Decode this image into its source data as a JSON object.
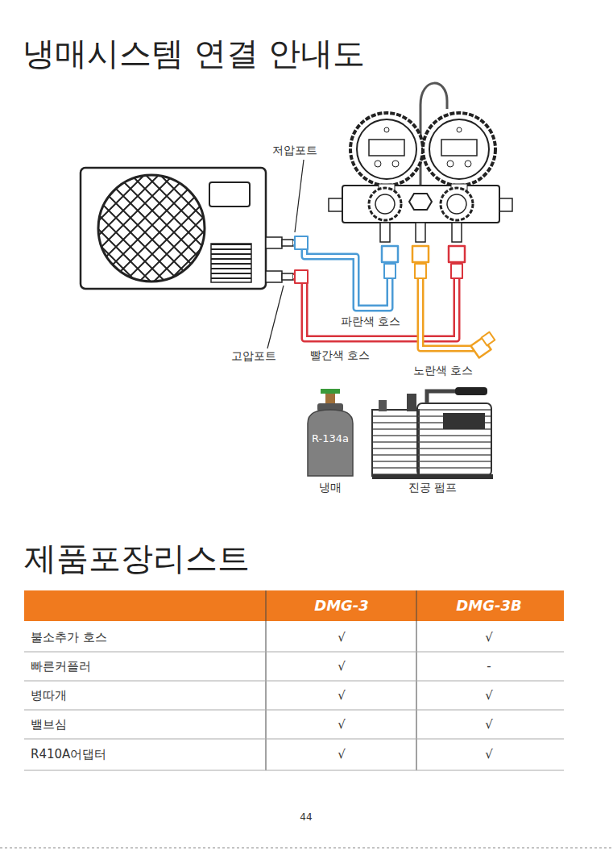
{
  "diagram": {
    "title": "냉매시스템 연결 안내도",
    "labels": [
      "저압포트",
      "고압포트",
      "파란색 호스",
      "빨간색 호스",
      "노란색 호스",
      "R-134a",
      "냉매",
      "진공 펌프",
      "제품포장리스트",
      "DMG-3",
      "DMG-3B",
      "불소추가 호스",
      "√",
      "√",
      "빠른커플러",
      "√",
      "-",
      "병따개",
      "√",
      "√",
      "밸브심",
      "√",
      "√",
      "R410A어댑터",
      "√",
      "√",
      "44"
    ]
  }
}
